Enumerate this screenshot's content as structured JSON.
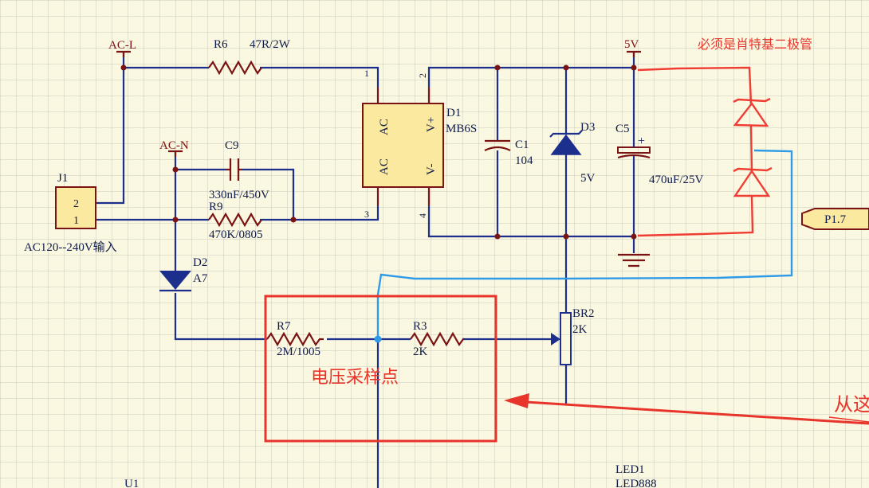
{
  "labels": {
    "ac_l": "AC-L",
    "ac_n": "AC-N",
    "r6": "R6",
    "r6_val": "47R/2W",
    "c9": "C9",
    "c9_val": "330nF/450V",
    "r9": "R9",
    "r9_val": "470K/0805",
    "j1": "J1",
    "j1_pin2": "2",
    "j1_pin1": "1",
    "j1_desc": "AC120--240V输入",
    "d1": "D1",
    "d1_val": "MB6S",
    "d1_ac1": "AC",
    "d1_ac2": "AC",
    "d1_vp": "V+",
    "d1_vm": "V-",
    "d1_p1": "1",
    "d1_p2": "2",
    "d1_p3": "3",
    "d1_p4": "4",
    "c1": "C1",
    "c1_val": "104",
    "d3": "D3",
    "d3_val": "5V",
    "c5": "C5",
    "c5_val": "470uF/25V",
    "c5_plus": "+",
    "net_5v": "5V",
    "d2": "D2",
    "d2_val": "A7",
    "r7": "R7",
    "r7_val": "2M/1005",
    "r3": "R3",
    "r3_val": "2K",
    "br2": "BR2",
    "br2_val": "2K",
    "p17": "P1.7",
    "led1": "LED1",
    "led1_val": "LED888",
    "u1": "U1"
  },
  "annotations": {
    "schottky_note": "必须是肖特基二极管",
    "sample_point": "电压采样点",
    "from_here": "从这"
  },
  "colors": {
    "background": "#fbf8e1",
    "grid": "#c9c7bc",
    "wire": "#1c2f8c",
    "component": "#7a1313",
    "annotation": "#e8352b",
    "blue_markup": "#2f9be8",
    "port_fill": "#fbe9a0"
  }
}
